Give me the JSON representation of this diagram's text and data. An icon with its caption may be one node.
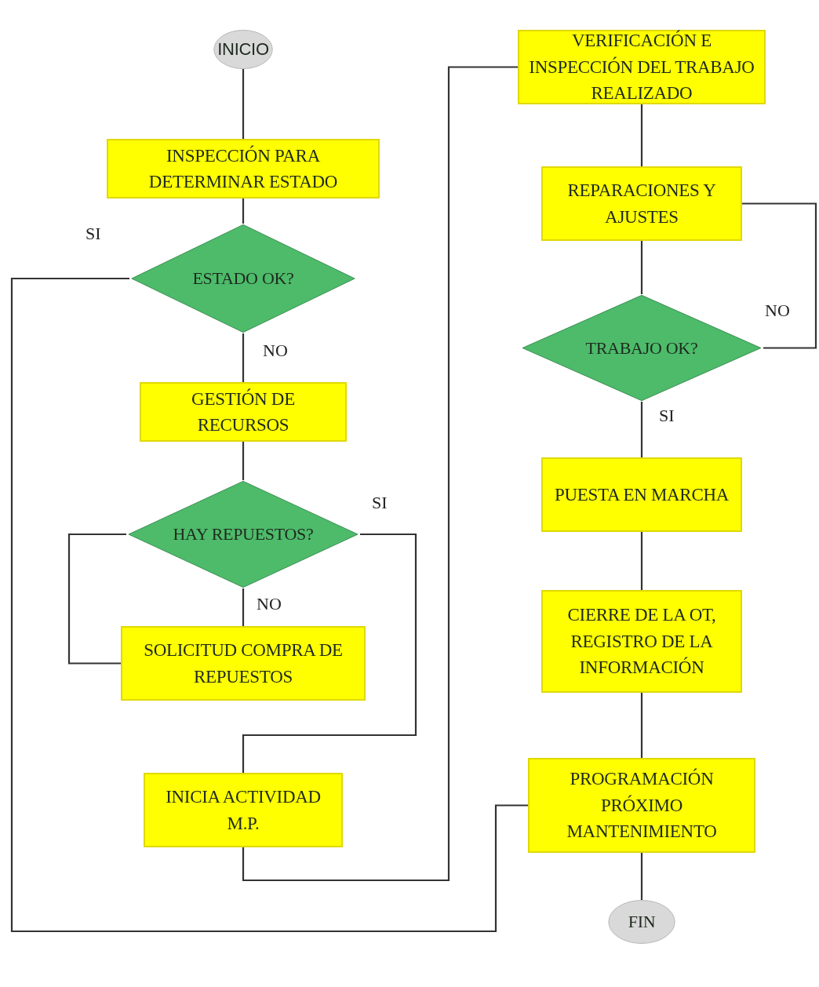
{
  "diagram": {
    "nodes": [
      {
        "text": [
          "INICIO"
        ]
      },
      {
        "text": [
          "INSPECCIÓN PARA DETERMINAR ESTADO"
        ]
      },
      {
        "text": [
          "ESTADO OK?"
        ]
      },
      {
        "text": [
          "GESTIÓN DE RECURSOS"
        ]
      },
      {
        "text": [
          "HAY REPUESTOS?"
        ]
      },
      {
        "text": [
          "SOLICITUD COMPRA DE REPUESTOS"
        ]
      },
      {
        "text": [
          "INICIA ACTIVIDAD M.P."
        ]
      },
      {
        "text": [
          "VERIFICACIÓN E INSPECCIÓN DEL TRABAJO REALIZADO"
        ]
      },
      {
        "text": [
          "REPARACIONES Y AJUSTES"
        ]
      },
      {
        "text": [
          "TRABAJO OK?"
        ]
      },
      {
        "text": [
          "PUESTA EN MARCHA"
        ]
      },
      {
        "text": [
          "CIERRE DE LA OT, REGISTRO DE LA INFORMACIÓN"
        ]
      },
      {
        "text": [
          "PROGRAMACIÓN PRÓXIMO MANTENIMIENTO"
        ]
      },
      {
        "text": [
          "FIN"
        ]
      }
    ],
    "edges": [
      {
        "from": 0,
        "to": 1,
        "arrow": "none"
      },
      {
        "from": 1,
        "to": 2,
        "arrow": "none"
      },
      {
        "from": 2,
        "to": 3,
        "arrow": "none",
        "label": "NO"
      },
      {
        "from": 3,
        "to": 4,
        "arrow": "none"
      },
      {
        "from": 4,
        "to": 5,
        "arrow": "none",
        "label": "NO"
      },
      {
        "from": 5,
        "to": 4,
        "arrow": "none"
      },
      {
        "from": 4,
        "to": 6,
        "arrow": "none",
        "label": "SI"
      },
      {
        "from": 6,
        "to": 7,
        "arrow": "none"
      },
      {
        "from": 2,
        "to": 12,
        "arrow": "none",
        "label": "SI"
      },
      {
        "from": 7,
        "to": 8,
        "arrow": "none"
      },
      {
        "from": 8,
        "to": 9,
        "arrow": "none"
      },
      {
        "from": 9,
        "to": 10,
        "arrow": "none",
        "label": "SI"
      },
      {
        "from": 10,
        "to": 11,
        "arrow": "none"
      },
      {
        "from": 11,
        "to": 12,
        "arrow": "none"
      },
      {
        "from": 12,
        "to": 13,
        "arrow": "none"
      },
      {
        "from": 9,
        "to": 8,
        "arrow": "none",
        "label": "NO"
      }
    ]
  }
}
